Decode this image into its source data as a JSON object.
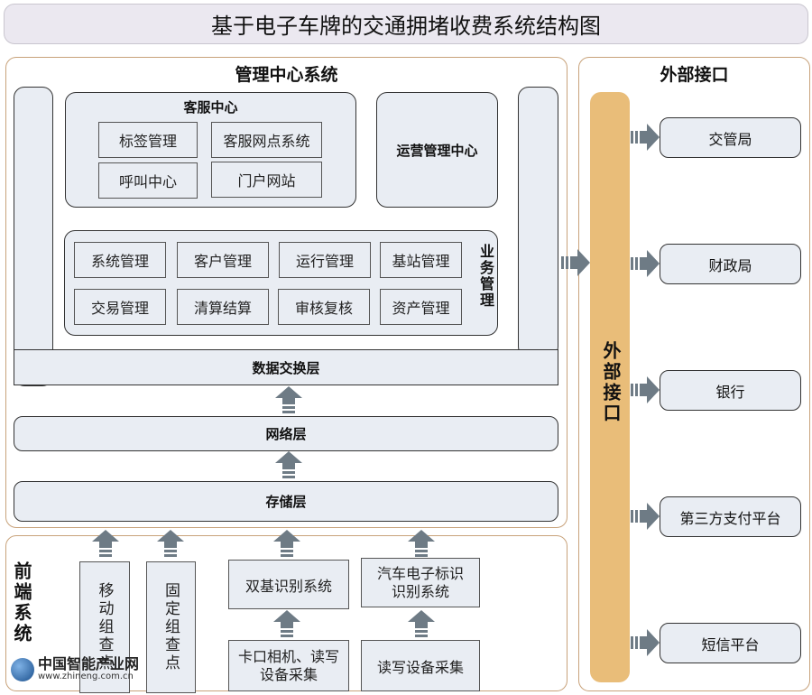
{
  "title": "基于电子车牌的交通拥堵收费系统结构图",
  "management_center": {
    "title": "管理中心系统",
    "customer_service": {
      "title": "客服中心",
      "items": [
        "标签管理",
        "客服网点系统",
        "呼叫中心",
        "门户网站"
      ]
    },
    "operations_center": "运营管理中心",
    "business_management": {
      "title": "业务管理",
      "items": [
        "系统管理",
        "客户管理",
        "运行管理",
        "基站管理",
        "交易管理",
        "清算结算",
        "审核复核",
        "资产管理"
      ]
    },
    "layers": {
      "data_exchange": "数据交换层",
      "network": "网络层",
      "storage": "存储层"
    }
  },
  "frontend": {
    "title": "前端系统",
    "mobile_checkpoint": "移动组查点",
    "fixed_checkpoint": "固定组查点",
    "dual_base_recognition": "双基识别系统",
    "vehicle_id_recognition": "汽车电子标识识别系统",
    "vehicle_id_recognition_lines": [
      "汽车电子标识",
      "识别系统"
    ],
    "camera_collection_lines": [
      "卡口相机、读写",
      "设备采集"
    ],
    "rw_collection": "读写设备采集"
  },
  "external": {
    "title": "外部接口",
    "bar_label": "外部接口",
    "targets": [
      "交管局",
      "财政局",
      "银行",
      "第三方支付平台",
      "短信平台"
    ]
  },
  "watermark": {
    "name": "中国智能产业网",
    "url": "www.zhineng.com.cn"
  },
  "colors": {
    "panel_fill": "#e9edf3",
    "frame_border": "#c8a27a",
    "interface_bar": "#e9bd79",
    "arrow": "#6e7b85"
  }
}
